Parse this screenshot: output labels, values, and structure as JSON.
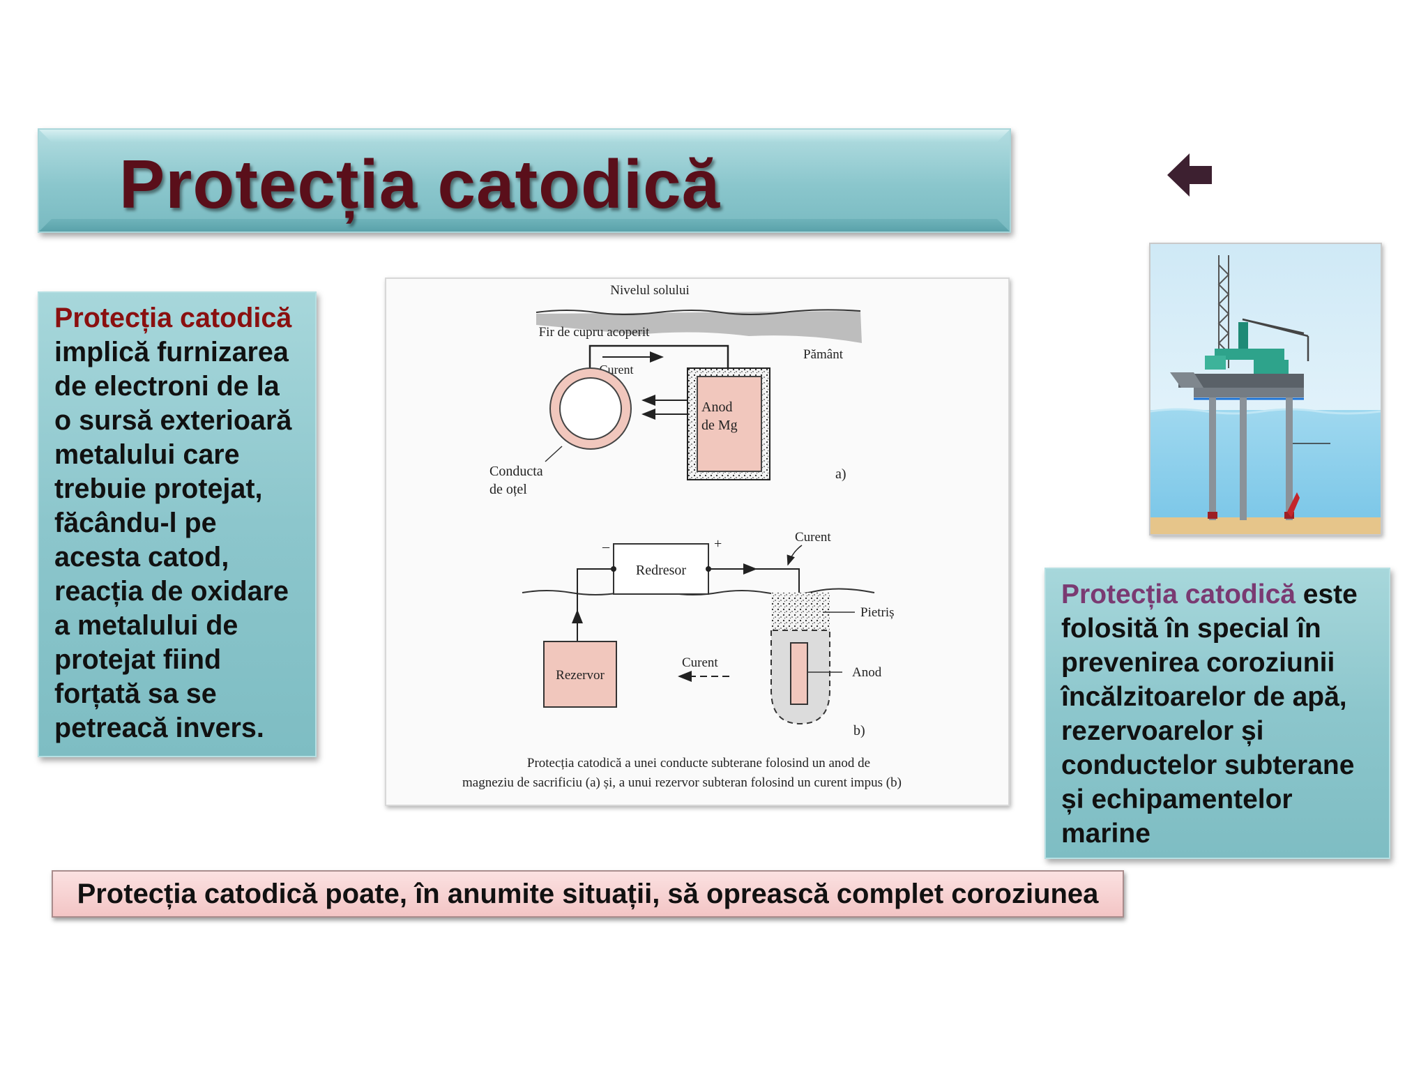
{
  "title": "Protecția catodică",
  "left_box": {
    "highlight": "Protecția catodică",
    "lines": [
      "implică furnizarea",
      "de electroni de la",
      "o sursă exterioară",
      "metalului care",
      "trebuie protejat,",
      "făcându-l pe",
      "acesta catod,",
      "reacția de oxidare",
      "a metalului de",
      "protejat fiind",
      "forțată sa se",
      "petreacă invers."
    ]
  },
  "diagram": {
    "ground_level": "Nivelul solului",
    "copper_wire": "Fir de cupru acoperit",
    "soil": "Pământ",
    "current_a": "Curent",
    "anode_mg_1": "Anod",
    "anode_mg_2": "de Mg",
    "pipe_1": "Conducta",
    "pipe_2": "de oțel",
    "label_a": "a)",
    "minus": "–",
    "plus": "+",
    "rectifier": "Redresor",
    "current_b_top": "Curent",
    "gravel": "Pietriș",
    "tank": "Rezervor",
    "current_b_mid": "Curent",
    "anode": "Anod",
    "label_b": "b)",
    "caption_1": "Protecția catodică a unei conducte subterane folosind un anod de",
    "caption_2": "magneziu de sacrificiu (a) și, a unui rezervor subteran folosind un curent impus (b)"
  },
  "right_box": {
    "highlight": "Protecția catodică",
    "first_rest": " este",
    "lines": [
      "folosită în special în",
      "prevenirea coroziunii",
      "încălzitoarelor de apă,",
      "rezervoarelor și",
      "conductelor subterane",
      "și echipamentelor",
      "marine"
    ]
  },
  "bottom_banner": "Protecția catodică poate, în anumite situații, să oprească complet coroziunea",
  "colors": {
    "teal": "#8cc6cc",
    "title_text": "#5a0f1a",
    "highlight_red": "#8a1010",
    "highlight_purple": "#7a3a72",
    "banner_pink": "#f6cfcf",
    "arrow": "#3d2030"
  },
  "icons": {
    "back": "left-arrow-icon"
  }
}
